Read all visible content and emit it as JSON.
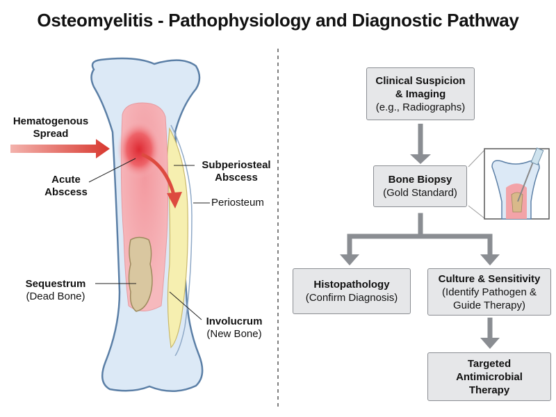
{
  "title": "Osteomyelitis - Pathophysiology and Diagnostic Pathway",
  "bone_labels": {
    "hematogenous_spread": [
      "Hematogenous",
      "Spread"
    ],
    "acute_abscess": [
      "Acute",
      "Abscess"
    ],
    "subperiosteal_abscess": [
      "Subperiosteal",
      "Abscess"
    ],
    "periosteum": "Periosteum",
    "sequestrum": {
      "title": "Sequestrum",
      "sub": "(Dead Bone)"
    },
    "involucrum": {
      "title": "Involucrum",
      "sub": "(New Bone)"
    }
  },
  "pathway": {
    "clinical_suspicion": {
      "title_lines": [
        "Clinical Suspicion",
        "& Imaging"
      ],
      "sub": "(e.g., Radiographs)"
    },
    "bone_biopsy": {
      "title": "Bone Biopsy",
      "sub": "(Gold Standard)"
    },
    "histopathology": {
      "title": "Histopathology",
      "sub": "(Confirm Diagnosis)"
    },
    "culture_sensitivity": {
      "title": "Culture & Sensitivity",
      "sub_lines": [
        "(Identify Pathogen &",
        "Guide Therapy)"
      ]
    },
    "targeted_therapy": {
      "title_lines": [
        "Targeted",
        "Antimicrobial",
        "Therapy"
      ]
    }
  },
  "colors": {
    "bone_fill": "#dce9f6",
    "bone_outline": "#5b7fa6",
    "marrow_red": "#e8474b",
    "abscess_yellow": "#f6efb0",
    "sequestrum": "#d9c7a0",
    "arrow_red": "#dd4a3f",
    "box_fill": "#e6e7e9",
    "flow_arrow": "#8a8d92"
  }
}
